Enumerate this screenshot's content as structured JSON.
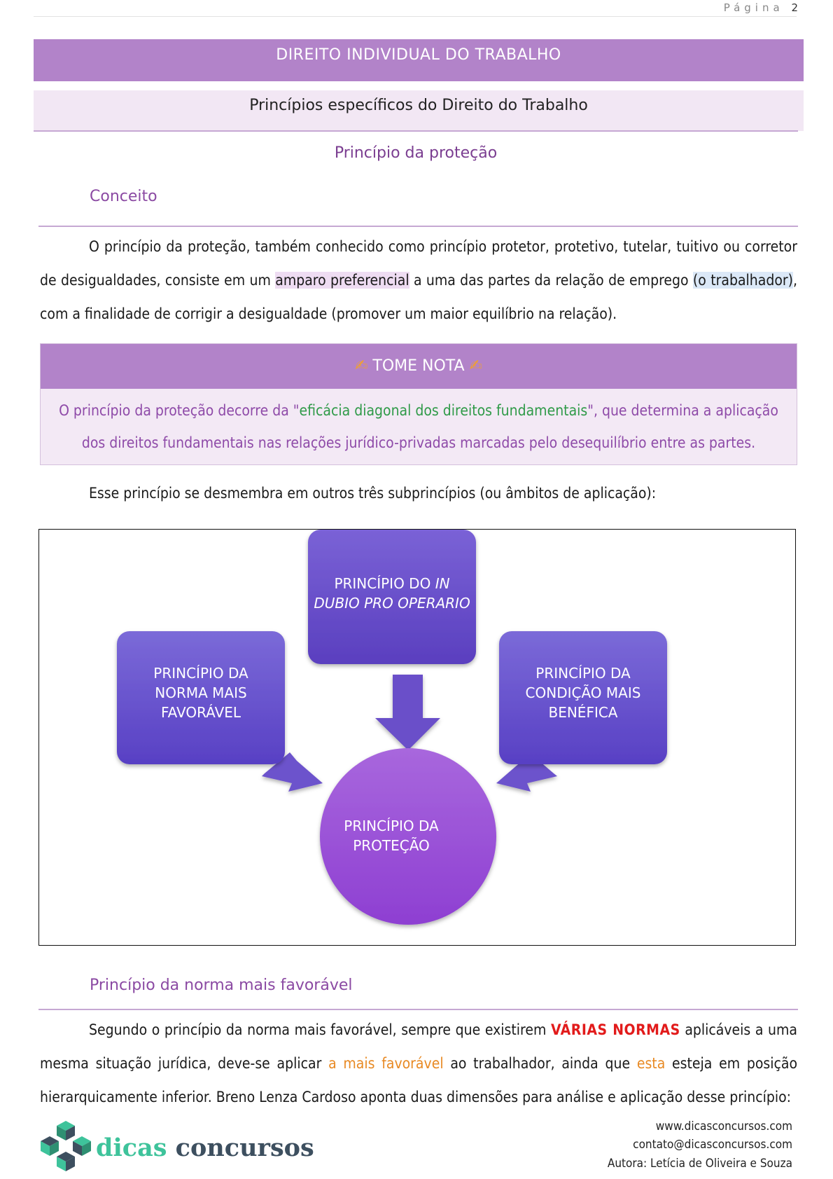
{
  "header": {
    "page_label": "Página",
    "page_number": "2"
  },
  "banner": "DIREITO INDIVIDUAL DO TRABALHO",
  "subbanner": "Princípios específicos do Direito do Trabalho",
  "section_title": "Princípio da proteção",
  "conceito": {
    "heading": "Conceito",
    "p1": "O princípio da proteção, também conhecido como princípio protetor, protetivo, tutelar, tuitivo ou corretor de desigualdades, consiste em um ",
    "hl1": "amparo preferencial",
    "p2": " a uma das partes da relação de emprego ",
    "hl2": "(o trabalhador)",
    "p3": ", com a finalidade de corrigir a desigualdade (promover um maior equilíbrio na relação)."
  },
  "note": {
    "title": "TOME NOTA",
    "pencil": "✍",
    "t1": "O princípio da proteção decorre da \"",
    "green": "eficácia diagonal dos direitos fundamentais",
    "t2": "\", que determina a aplicação dos direitos fundamentais nas relações jurídico-privadas marcadas pelo desequilíbrio entre as partes."
  },
  "intro_diagram": "Esse princípio se desmembra em outros três subprincípios (ou âmbitos de aplicação):",
  "diagram": {
    "top": [
      "PRINCÍPIO DO ",
      "IN",
      "DUBIO PRO OPERARIO"
    ],
    "left": [
      "PRINCÍPIO DA",
      "NORMA MAIS",
      "FAVORÁVEL"
    ],
    "right": [
      "PRINCÍPIO DA",
      "CONDIÇÃO MAIS",
      "BENÉFICA"
    ],
    "center": [
      "PRINCÍPIO DA",
      "PROTEÇÃO"
    ]
  },
  "norma": {
    "heading": "Princípio da norma mais favorável",
    "t1": "Segundo o princípio da norma mais favorável, sempre que existirem ",
    "red": "VÁRIAS NORMAS",
    "t2": " aplicáveis a uma mesma situação jurídica, deve-se aplicar ",
    "orange1": "a mais favorável",
    "t3": " ao trabalhador, ainda que ",
    "orange2": "esta",
    "t4": " esteja em posição hierarquicamente inferior. Breno Lenza Cardoso aponta duas dimensões para análise e aplicação desse princípio:"
  },
  "footer": {
    "site": "www.dicasconcursos.com",
    "email": "contato@dicasconcursos.com",
    "author": "Autora: Letícia de Oliveira e Souza",
    "logo_word1": "dicas",
    "logo_word2": "concursos"
  },
  "colors": {
    "banner": "#b283c9",
    "subbanner": "#f2e7f4",
    "heading": "#8b4aa3",
    "box_top": "#7a62d6",
    "box_bottom": "#5a3fbf",
    "circle": "#9b52d6",
    "logo_green": "#3ec39b",
    "logo_dark": "#3d4f5f"
  }
}
